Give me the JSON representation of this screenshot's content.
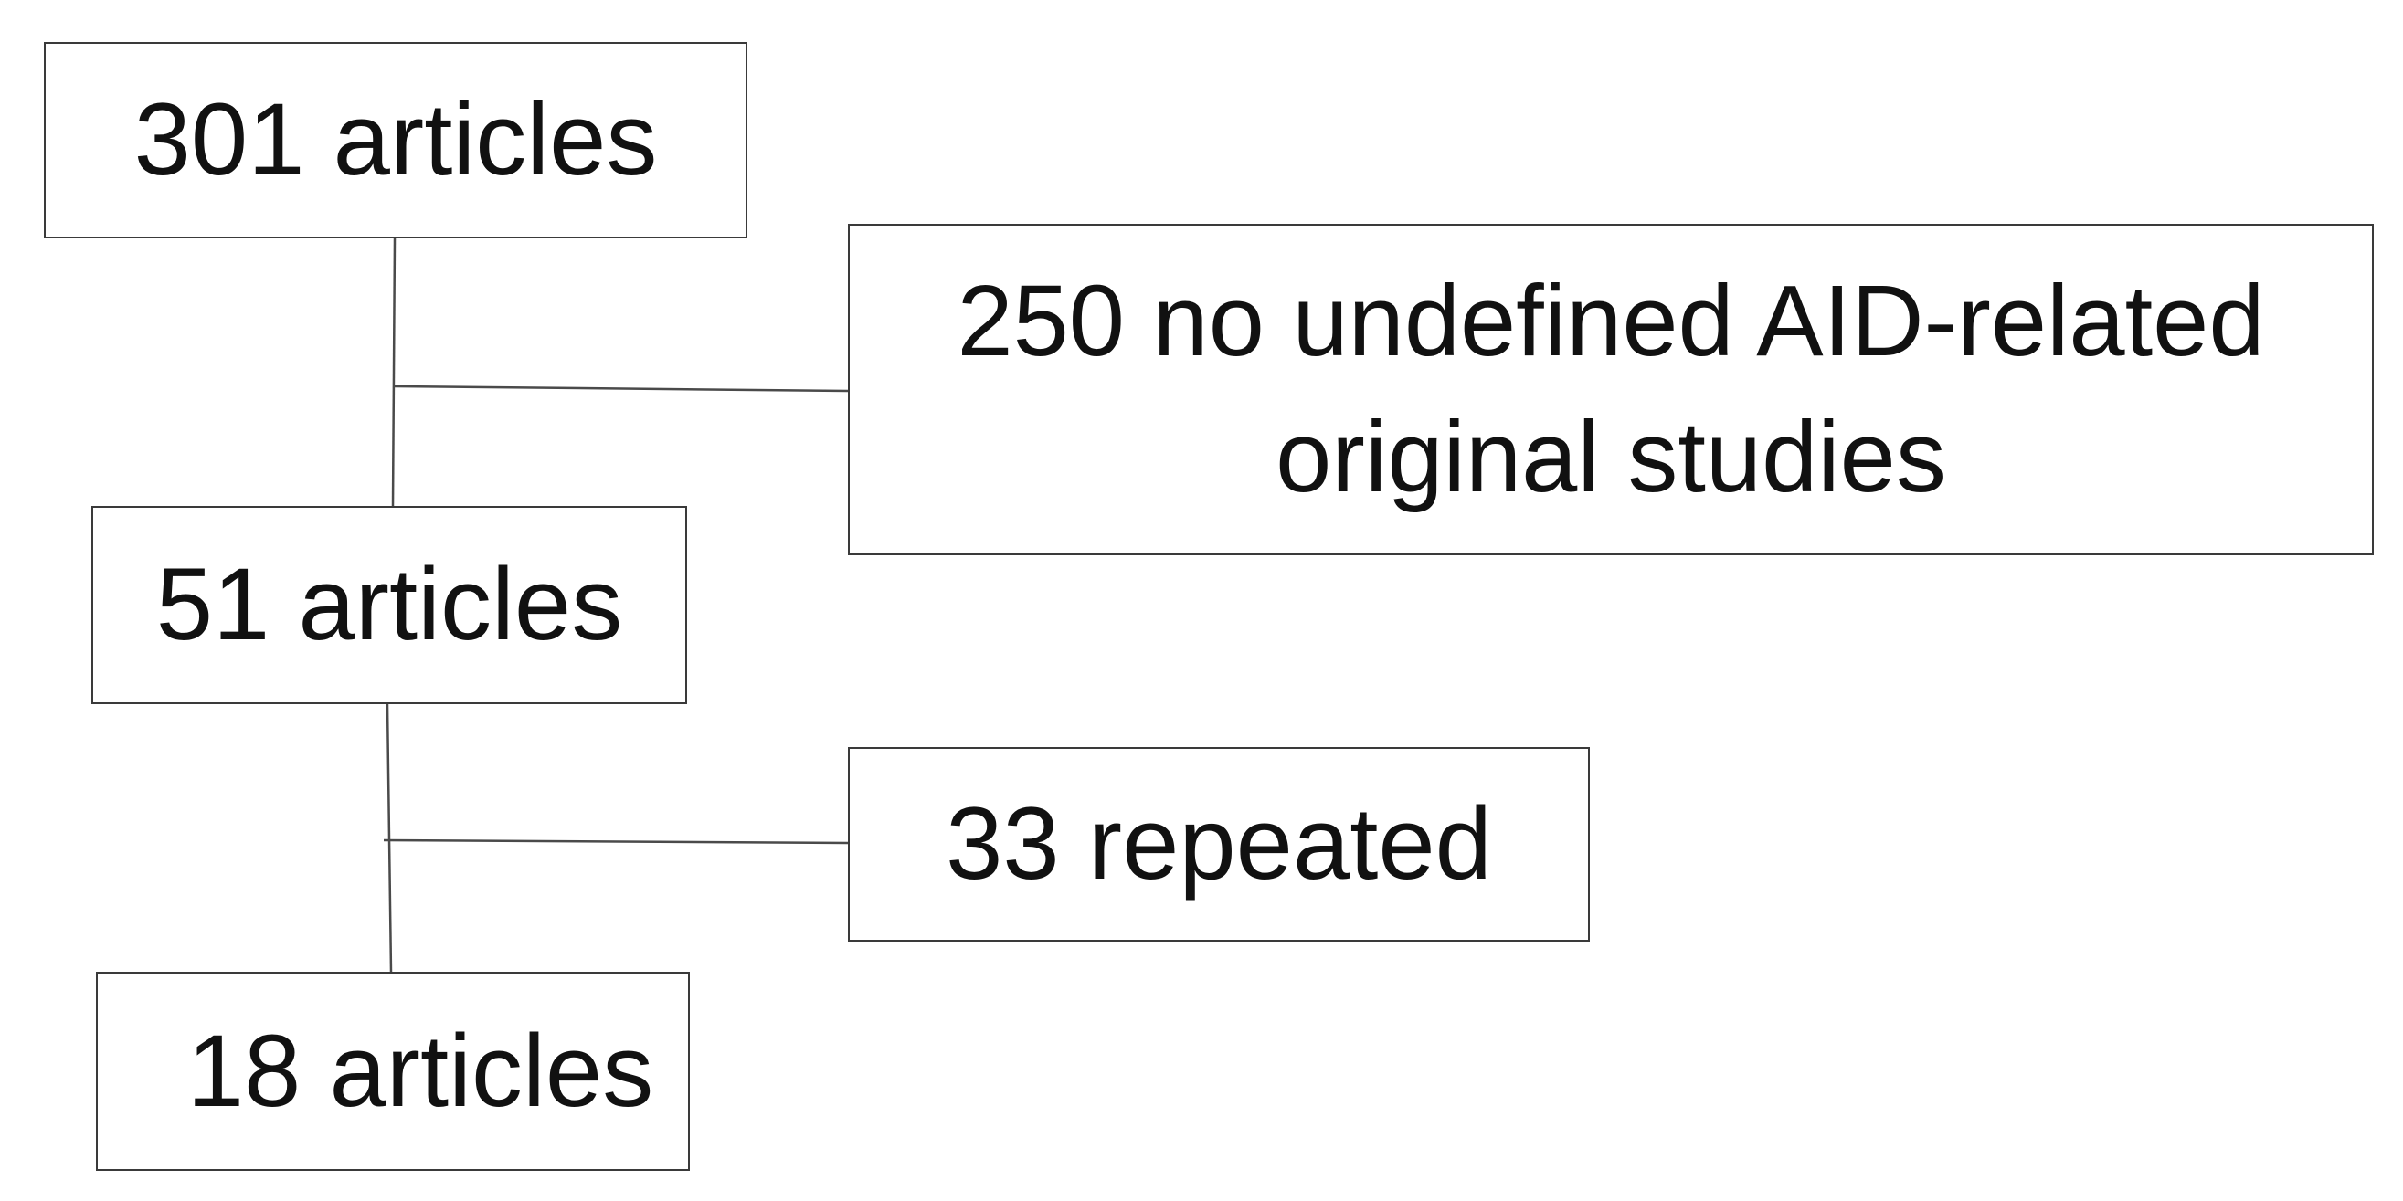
{
  "flow": {
    "stage1": {
      "label": "301 articles"
    },
    "exclusion1": {
      "line1": "250 no undefined AID-related",
      "line2": "original studies"
    },
    "stage2": {
      "label": "51 articles"
    },
    "exclusion2": {
      "label": "33 repeated"
    },
    "stage3": {
      "label": "18 articles"
    }
  }
}
